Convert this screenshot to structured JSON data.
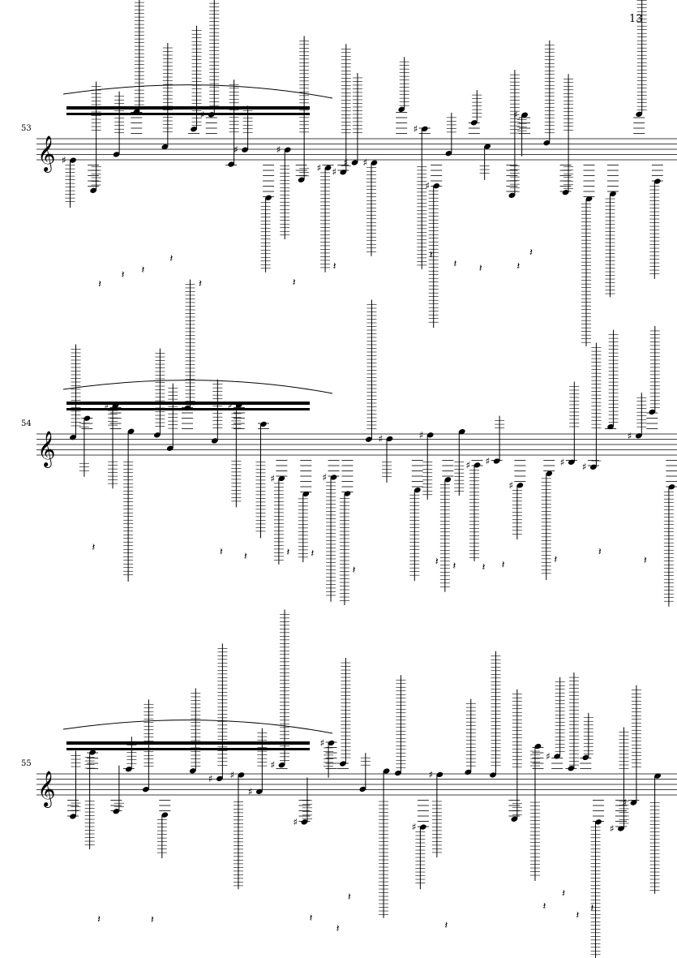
{
  "page_number": "13",
  "systems": [
    {
      "measure_number": "53"
    },
    {
      "measure_number": "54"
    },
    {
      "measure_number": "55"
    }
  ],
  "clef": "treble-clef"
}
